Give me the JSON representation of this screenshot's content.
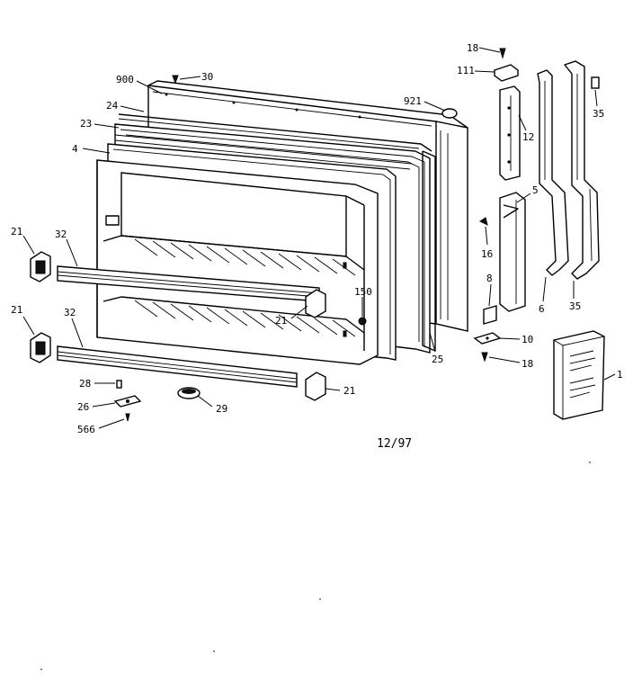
{
  "diagram": {
    "date_code": "12/97",
    "callouts": {
      "c18_top": "18",
      "c111": "111",
      "c35_top": "35",
      "c30": "30",
      "c900": "900",
      "c921": "921",
      "c24": "24",
      "c23": "23",
      "c12": "12",
      "c4": "4",
      "c5": "5",
      "c16": "16",
      "c21_left_top": "21",
      "c32_top": "32",
      "c8": "8",
      "c150": "150",
      "c21_mid": "21",
      "c6": "6",
      "c35_bottom": "35",
      "c21_left_bottom": "21",
      "c32_bottom": "32",
      "c10": "10",
      "c25": "25",
      "c18_bottom": "18",
      "c1": "1",
      "c28": "28",
      "c21_bottom": "21",
      "c26": "26",
      "c29": "29",
      "c566": "566"
    }
  }
}
